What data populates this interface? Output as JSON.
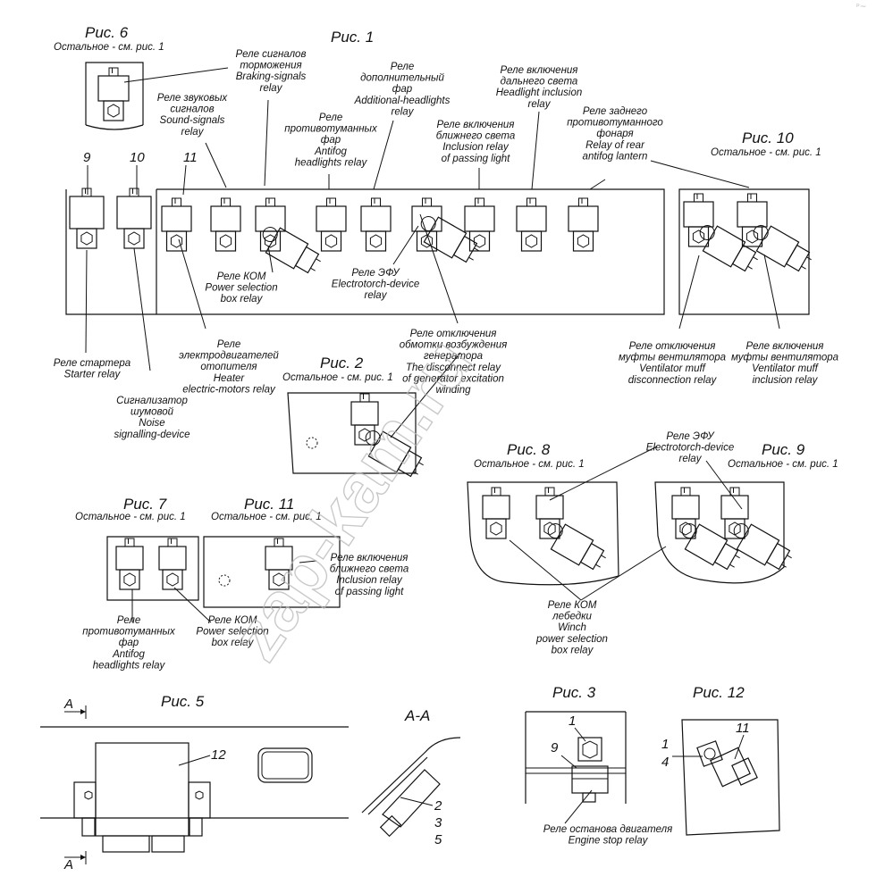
{
  "corner_mark": "ᵖ~",
  "watermark": "zap-kam.ru",
  "figures": {
    "fig1": {
      "title": "Рис. 1"
    },
    "fig2": {
      "title": "Рис. 2",
      "note": "Остальное - см. рис. 1"
    },
    "fig3": {
      "title": "Рис. 3"
    },
    "fig5": {
      "title": "Рис. 5",
      "section": "А-А",
      "cut": "А"
    },
    "fig6": {
      "title": "Рис. 6",
      "note": "Остальное - см. рис. 1"
    },
    "fig7": {
      "title": "Рис. 7",
      "note": "Остальное - см. рис. 1"
    },
    "fig8": {
      "title": "Рис. 8",
      "note": "Остальное - см. рис. 1"
    },
    "fig9": {
      "title": "Рис. 9",
      "note": "Остальное - см. рис. 1"
    },
    "fig10": {
      "title": "Рис. 10",
      "note": "Остальное - см. рис. 1"
    },
    "fig11": {
      "title": "Рис. 11",
      "note": "Остальное - см. рис. 1"
    },
    "fig12": {
      "title": "Рис. 12"
    }
  },
  "numbers": {
    "n9": "9",
    "n10": "10",
    "n11": "11",
    "n12": "12",
    "n1": "1",
    "n2": "2",
    "n3": "3",
    "n4": "4",
    "n5": "5"
  },
  "labels": {
    "braking": [
      "Реле сигналов",
      "торможения",
      "Braking-signals",
      "relay"
    ],
    "additional": [
      "Реле",
      "дополнительный",
      "фар",
      "Additional-headlights",
      "relay"
    ],
    "headlight_incl": [
      "Реле включения",
      "дальнего света",
      "Headlight inclusion",
      "relay"
    ],
    "sound": [
      "Реле звуковых",
      "сигналов",
      "Sound-signals",
      "relay"
    ],
    "antifog1": [
      "Реле",
      "противотуманных",
      "фар",
      "Antifog",
      "headlights relay"
    ],
    "passing1": [
      "Реле включения",
      "ближнего света",
      "Inclusion relay",
      "of passing light"
    ],
    "rear_antifog": [
      "Реле заднего",
      "противотуманного",
      "фонаря",
      "Relay of rear",
      "antifog lantern"
    ],
    "kom1": [
      "Реле КОМ",
      "Power selection",
      "box relay"
    ],
    "efu1": [
      "Реле ЭФУ",
      "Electrotorch-device",
      "relay"
    ],
    "starter": [
      "Реле стартера",
      "Starter relay"
    ],
    "heater": [
      "Реле",
      "электродвигателей",
      "отопителя",
      "Heater",
      "electric-motors relay"
    ],
    "noise": [
      "Сигнализатор",
      "шумовой",
      "Noise",
      "signalling-device"
    ],
    "generator": [
      "Реле отключения",
      "обмотки возбуждения",
      "генератора",
      "The disconnect relay",
      "of generator excitation",
      "winding"
    ],
    "vent_disc": [
      "Реле отключения",
      "муфты вентилятора",
      "Ventilator muff",
      "disconnection relay"
    ],
    "vent_incl": [
      "Реле включения",
      "муфты вентилятора",
      "Ventilator muff",
      "inclusion relay"
    ],
    "efu2": [
      "Реле ЭФУ",
      "Electrotorch-device",
      "relay"
    ],
    "passing2": [
      "Реле включения",
      "ближнего света",
      "Inclusion relay",
      "of passing light"
    ],
    "antifog2": [
      "Реле",
      "противотуманных",
      "фар",
      "Antifog",
      "headlights relay"
    ],
    "kom2": [
      "Реле КОМ",
      "Power selection",
      "box relay"
    ],
    "winch": [
      "Реле КОМ",
      "лебедки",
      "Winch",
      "power selection",
      "box relay"
    ],
    "engine_stop": [
      "Реле останова двигателя",
      "Engine stop relay"
    ]
  }
}
